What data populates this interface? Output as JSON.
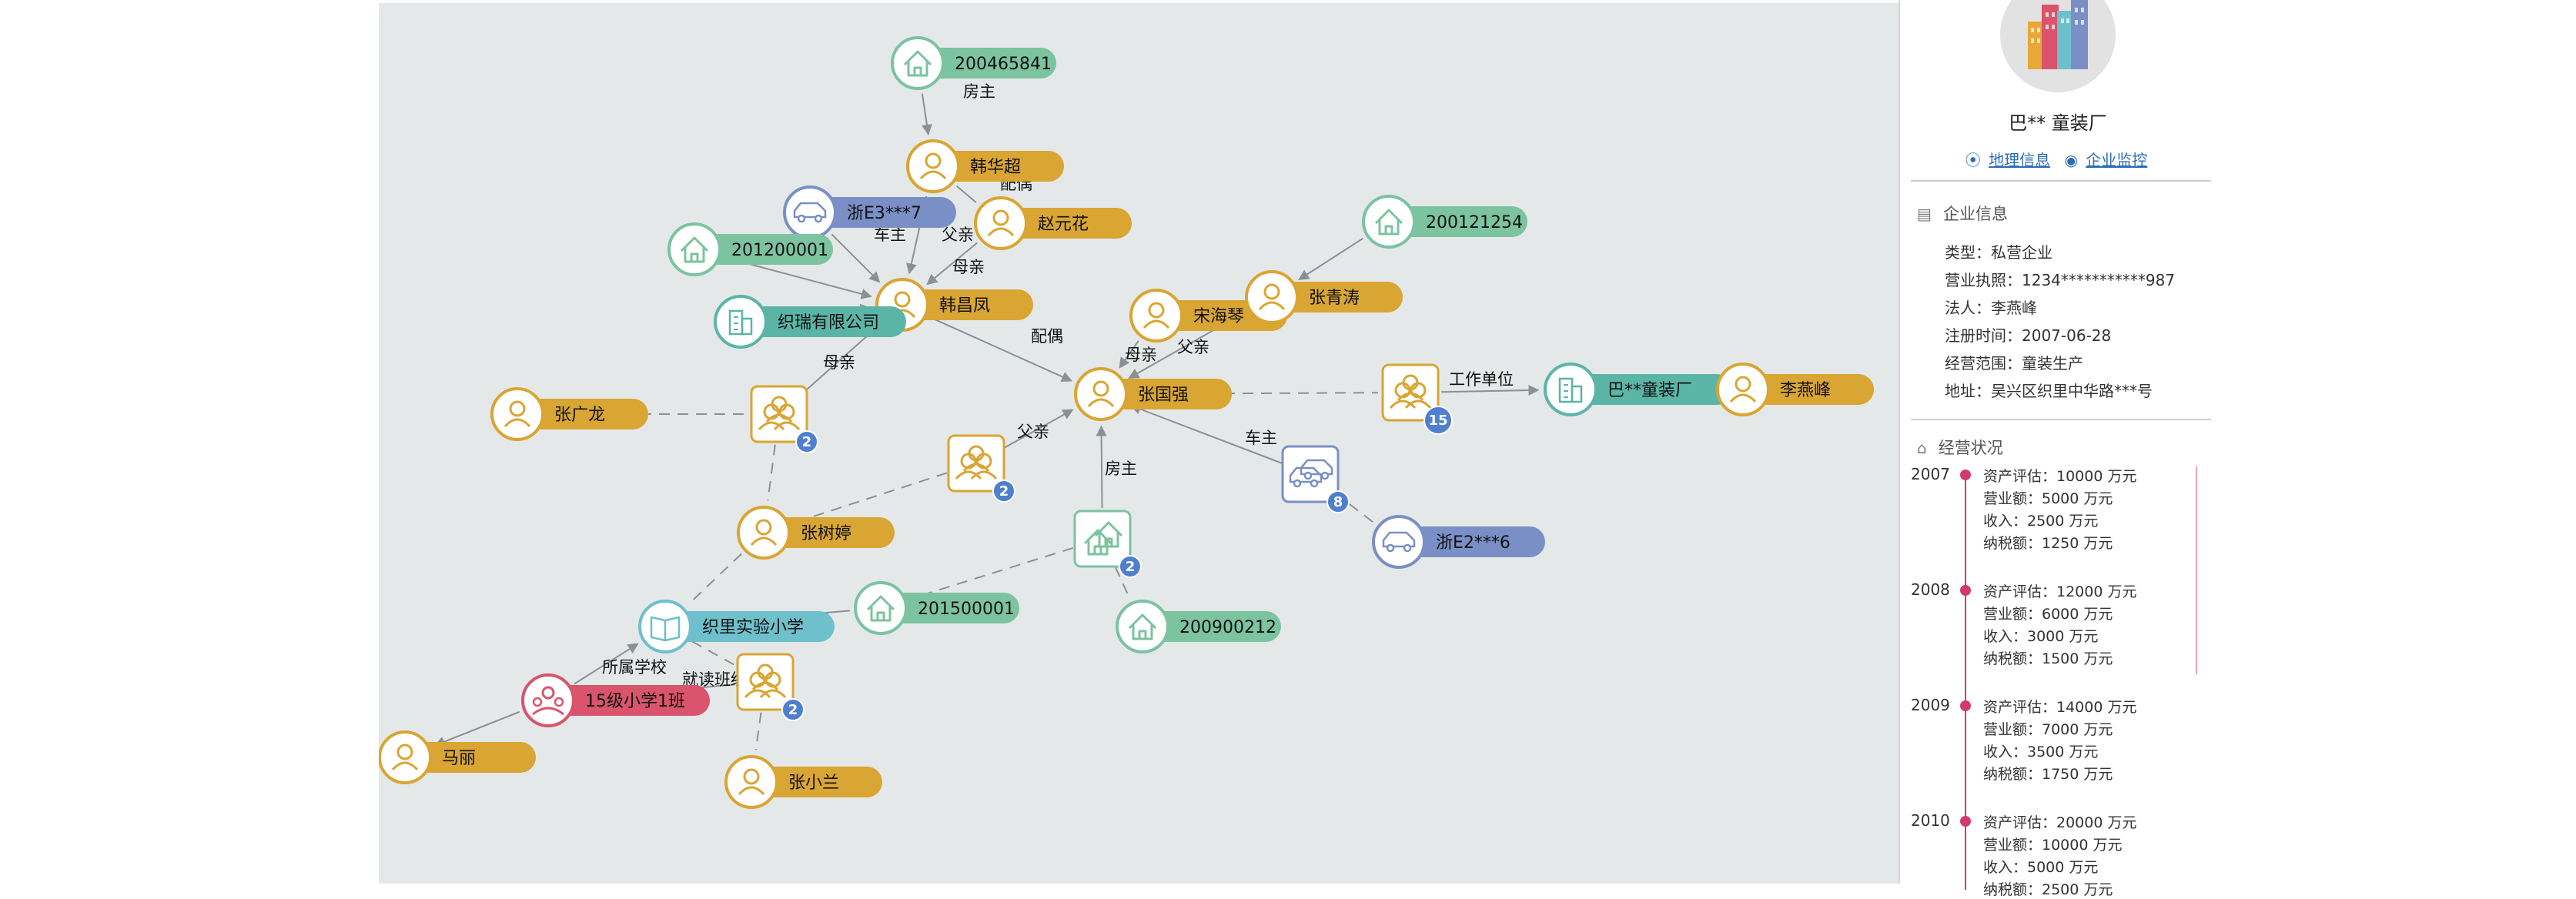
{
  "colors": {
    "person": "#d9a533",
    "house": "#7cc3a0",
    "car": "#7a8fc6",
    "company": "#5bb5a7",
    "school": "#6ec0cc",
    "class": "#d9546c",
    "badge": "#4f7fcf",
    "edge": "#8a9096",
    "accent": "#d23a6a",
    "link": "#2d6db5"
  },
  "graph": {
    "nodes": [
      {
        "id": "h200465841",
        "type": "house",
        "label": "200465841"
      },
      {
        "id": "hanhuachao",
        "type": "person",
        "label": "韩华超"
      },
      {
        "id": "carE3",
        "type": "car",
        "label": "浙E3***7"
      },
      {
        "id": "zhaoyuanhua",
        "type": "person",
        "label": "赵元花"
      },
      {
        "id": "h201200001",
        "type": "house",
        "label": "201200001"
      },
      {
        "id": "hanchangfeng",
        "type": "person",
        "label": "韩昌凤"
      },
      {
        "id": "zhiruigs",
        "type": "company",
        "label": "织瑞有限公司"
      },
      {
        "id": "zhangguanglong",
        "type": "person",
        "label": "张广龙"
      },
      {
        "id": "grp1",
        "type": "group",
        "badge": "2"
      },
      {
        "id": "songhaiqin",
        "type": "person",
        "label": "宋海琴"
      },
      {
        "id": "zhangqingtao",
        "type": "person",
        "label": "张青涛"
      },
      {
        "id": "h200121254",
        "type": "house",
        "label": "200121254"
      },
      {
        "id": "zhangguoqiang",
        "type": "person",
        "label": "张国强"
      },
      {
        "id": "grp2",
        "type": "group",
        "badge": "2"
      },
      {
        "id": "grpWork",
        "type": "group",
        "badge": "15"
      },
      {
        "id": "bazhuangchang",
        "type": "company",
        "label": "巴**童装厂"
      },
      {
        "id": "liyanfeng",
        "type": "person",
        "label": "李燕峰"
      },
      {
        "id": "carGroup",
        "type": "cargroup",
        "badge": "8"
      },
      {
        "id": "carE2",
        "type": "car",
        "label": "浙E2***6"
      },
      {
        "id": "zhangshuting",
        "type": "person",
        "label": "张树婷"
      },
      {
        "id": "houseGroup",
        "type": "housegroup",
        "badge": "2"
      },
      {
        "id": "h201500001",
        "type": "house",
        "label": "201500001"
      },
      {
        "id": "h200900212",
        "type": "house",
        "label": "200900212"
      },
      {
        "id": "school",
        "type": "school",
        "label": "织里实验小学"
      },
      {
        "id": "class",
        "type": "class",
        "label": "15级小学1班"
      },
      {
        "id": "grp3",
        "type": "group",
        "badge": "2"
      },
      {
        "id": "mali",
        "type": "person",
        "label": "马丽"
      },
      {
        "id": "zhangxiaolan",
        "type": "person",
        "label": "张小兰"
      }
    ],
    "edges": [
      {
        "label": "房主"
      },
      {
        "label": "配偶"
      },
      {
        "label": "车主"
      },
      {
        "label": "父亲"
      },
      {
        "label": "母亲"
      },
      {
        "label": "母亲"
      },
      {
        "label": "配偶"
      },
      {
        "label": "母亲"
      },
      {
        "label": "父亲"
      },
      {
        "label": "父亲"
      },
      {
        "label": "工作单位"
      },
      {
        "label": "车主"
      },
      {
        "label": "房主"
      },
      {
        "label": "所属学校"
      },
      {
        "label": "就读班级"
      }
    ]
  },
  "panel": {
    "company_name": "巴** 童装厂",
    "link_geo": "地理信息",
    "link_monitor": "企业监控",
    "info_title": "企业信息",
    "info": [
      "类型：私营企业",
      "营业执照：1234***********987",
      "法人：李燕峰",
      "注册时间：2007-06-28",
      "经营范围：童装生产",
      "地址：吴兴区织里中华路***号"
    ],
    "status_title": "经营状况",
    "timeline": [
      {
        "year": "2007",
        "lines": [
          "资产评估：10000 万元",
          "营业额：5000 万元",
          "收入：2500 万元",
          "纳税额：1250 万元"
        ]
      },
      {
        "year": "2008",
        "lines": [
          "资产评估：12000 万元",
          "营业额：6000 万元",
          "收入：3000 万元",
          "纳税额：1500 万元"
        ]
      },
      {
        "year": "2009",
        "lines": [
          "资产评估：14000 万元",
          "营业额：7000 万元",
          "收入：3500 万元",
          "纳税额：1750 万元"
        ]
      },
      {
        "year": "2010",
        "lines": [
          "资产评估：20000 万元",
          "营业额：10000 万元",
          "收入：5000 万元",
          "纳税额：2500 万元"
        ]
      }
    ]
  }
}
